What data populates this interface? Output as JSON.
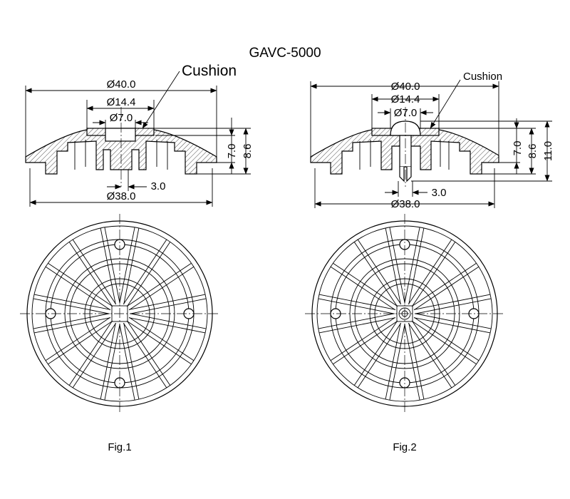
{
  "title": "GAVC-5000",
  "fig1": {
    "caption": "Fig.1",
    "cushion_label": "Cushion",
    "dims": {
      "outer_dia": "Ø40.0",
      "cushion_dia": "Ø14.4",
      "center_dia": "Ø7.0",
      "base_dia": "Ø38.0",
      "offset": "3.0",
      "height_a": "7.0",
      "height_b": "8.6"
    }
  },
  "fig2": {
    "caption": "Fig.2",
    "cushion_label": "Cushion",
    "dims": {
      "outer_dia": "Ø40.0",
      "cushion_dia": "Ø14.4",
      "center_dia": "Ø7.0",
      "base_dia": "Ø38.0",
      "offset": "3.0",
      "height_a": "7.0",
      "height_b": "8.6",
      "height_c": "11.0"
    }
  }
}
